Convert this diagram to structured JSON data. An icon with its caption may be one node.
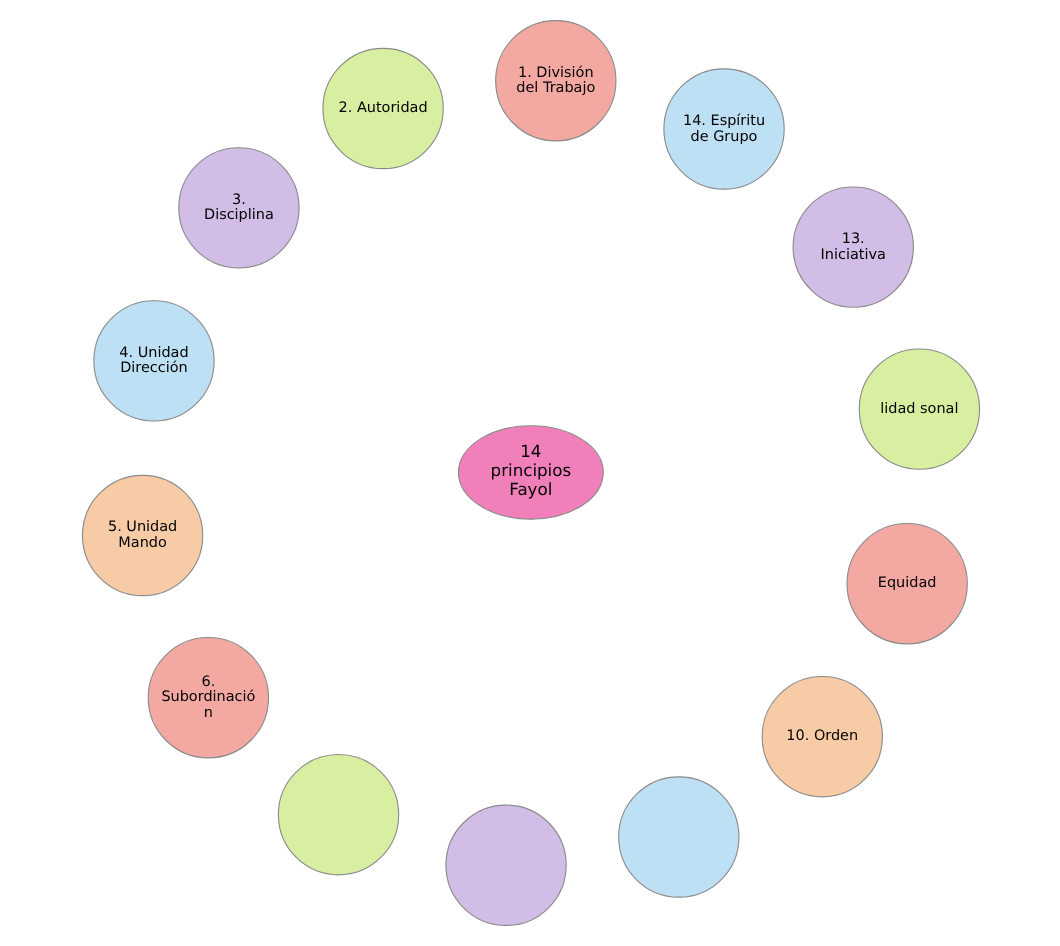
{
  "diagram": {
    "nodes": [
      {
        "text": [
          "14 principios Fayol"
        ]
      },
      {
        "text": [
          "1. División del Trabajo"
        ]
      },
      {
        "text": [
          "2. Autoridad"
        ]
      },
      {
        "text": [
          "3. Disciplina"
        ]
      },
      {
        "text": [
          "4. Unidad Dirección"
        ]
      },
      {
        "text": [
          "5. Unidad Mando"
        ]
      },
      {
        "text": [
          "6. Subordinació n"
        ]
      },
      {
        "text": [],
        "shape": "circle"
      },
      {
        "text": [],
        "shape": "circle"
      },
      {
        "text": [],
        "shape": "circle"
      },
      {
        "text": [
          "10. Orden"
        ]
      },
      {
        "text": [
          "Equidad"
        ]
      },
      {
        "text": [
          "lidad sonal"
        ]
      },
      {
        "text": [
          "13. Iniciativa"
        ]
      },
      {
        "text": [
          "14. Espíritu de Grupo"
        ]
      }
    ],
    "edges": []
  }
}
